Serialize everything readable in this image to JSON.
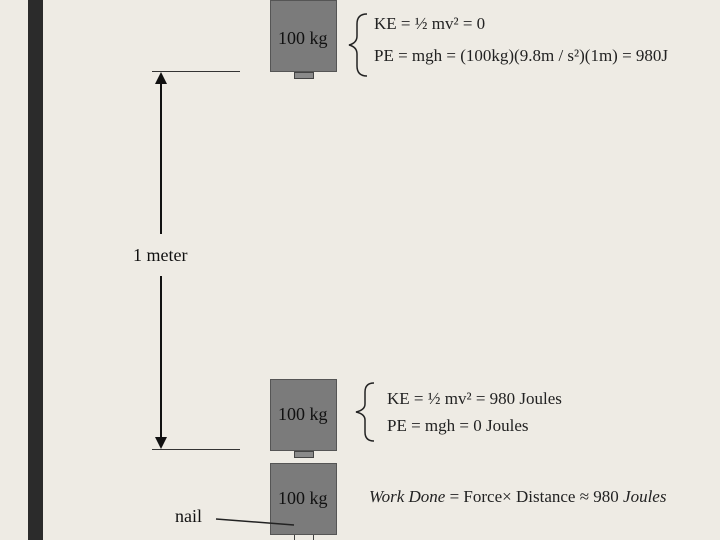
{
  "masses": {
    "top_label": "100 kg",
    "middle_label": "100 kg",
    "bottom_label": "100 kg"
  },
  "distance": {
    "label": "1 meter"
  },
  "top_equations": {
    "ke": "KE = ½ mv² = 0",
    "pe": "PE = mgh = (100kg)(9.8m / s²)(1m) = 980J"
  },
  "bottom_equations": {
    "ke": "KE = ½ mv² = 980 Joules",
    "pe": "PE = mgh = 0 Joules"
  },
  "work": {
    "label": "Work Done",
    "expression": "= Force× Distance ≈ 980",
    "unit": "Joules"
  },
  "nail": {
    "label": "nail"
  }
}
